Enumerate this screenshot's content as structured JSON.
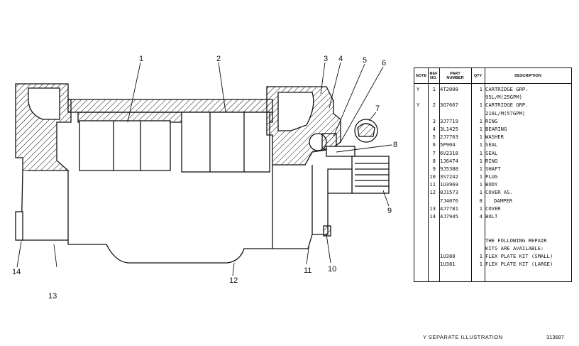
{
  "callouts": [
    "1",
    "2",
    "3",
    "4",
    "5",
    "6",
    "7",
    "8",
    "9",
    "10",
    "11",
    "12",
    "13",
    "14"
  ],
  "table": {
    "headers": {
      "note": "NOTE",
      "ref_no": "REF\nNO.",
      "part_number": "PART\nNUMBER",
      "qty": "QTY",
      "description": "DESCRIPTION"
    },
    "rows": [
      {
        "note": "Y",
        "ref": "1",
        "part": "4T2008",
        "qty": "1",
        "desc": "CARTRIDGE GRP."
      },
      {
        "note": "",
        "ref": "",
        "part": "",
        "qty": "",
        "desc": "95L/M(25GPM)"
      },
      {
        "note": "Y",
        "ref": "2",
        "part": "3G7667",
        "qty": "1",
        "desc": "CARTRIDGE GRP."
      },
      {
        "note": "",
        "ref": "",
        "part": "",
        "qty": "",
        "desc": "216L/M(57GPM)"
      },
      {
        "note": "",
        "ref": "3",
        "part": "3J7719",
        "qty": "1",
        "desc": "RING"
      },
      {
        "note": "",
        "ref": "4",
        "part": "3L1425",
        "qty": "1",
        "desc": "BEARING"
      },
      {
        "note": "",
        "ref": "5",
        "part": "2J7763",
        "qty": "1",
        "desc": "WASHER"
      },
      {
        "note": "",
        "ref": "6",
        "part": "5P904",
        "qty": "1",
        "desc": "SEAL"
      },
      {
        "note": "",
        "ref": "7",
        "part": "6V2318",
        "qty": "1",
        "desc": "SEAL"
      },
      {
        "note": "",
        "ref": "8",
        "part": "1J6474",
        "qty": "1",
        "desc": "RING"
      },
      {
        "note": "",
        "ref": "9",
        "part": "9J5388",
        "qty": "1",
        "desc": "SHAFT"
      },
      {
        "note": "",
        "ref": "10",
        "part": "3S7242",
        "qty": "1",
        "desc": "PLUG"
      },
      {
        "note": "",
        "ref": "11",
        "part": "1U3969",
        "qty": "1",
        "desc": "BODY"
      },
      {
        "note": "",
        "ref": "12",
        "part": "8J1573",
        "qty": "1",
        "desc": "COVER AS."
      },
      {
        "note": "",
        "ref": "",
        "part": "7J4076",
        "qty": "8",
        "desc": "DAMPER"
      },
      {
        "note": "",
        "ref": "13",
        "part": "4J7781",
        "qty": "1",
        "desc": "COVER"
      },
      {
        "note": "",
        "ref": "14",
        "part": "4J7945",
        "qty": "4",
        "desc": "BOLT"
      },
      {
        "note": "",
        "ref": "",
        "part": "",
        "qty": "",
        "desc": ""
      },
      {
        "note": "",
        "ref": "",
        "part": "",
        "qty": "",
        "desc": ""
      },
      {
        "note": "",
        "ref": "",
        "part": "",
        "qty": "",
        "desc": "THE FOLLOWING REPAIR"
      },
      {
        "note": "",
        "ref": "",
        "part": "",
        "qty": "",
        "desc": "KITS ARE AVAILABLE:"
      },
      {
        "note": "",
        "ref": "",
        "part": "1U380",
        "qty": "1",
        "desc": "FLEX PLATE KIT (SMALL)"
      },
      {
        "note": "",
        "ref": "",
        "part": "1U381",
        "qty": "1",
        "desc": "FLEX PLATE KIT (LARGE)"
      }
    ]
  },
  "footnote": "Y   SEPARATE ILLUSTRATION",
  "doc_number": "313687"
}
